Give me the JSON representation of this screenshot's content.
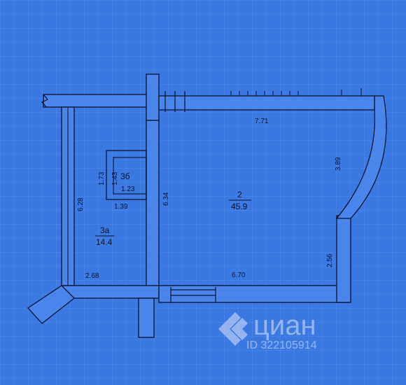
{
  "colors": {
    "background": "#3a79e0",
    "grid": "#5b8ff0",
    "wall_fill": "#4a86ea",
    "line": "#0a1330",
    "watermark": "#dce6ff"
  },
  "rooms": {
    "room_2": {
      "number": "2",
      "area": "45.9"
    },
    "room_3a": {
      "number": "3а",
      "area": "14.4"
    },
    "room_3b": {
      "number": "3б"
    }
  },
  "dimensions": {
    "top_wall": "7.71",
    "right_curve": "3.89",
    "right_lower": "2.56",
    "bottom_room2": "6.70",
    "partition_height": "6.34",
    "left_height": "6.28",
    "bottom_room3a": "2.68",
    "closet_width_bottom": "1.39",
    "closet_width_inner": "1.23",
    "closet_height_left": "1.73",
    "closet_height_inner": "1.43"
  },
  "watermark": {
    "brand": "циан",
    "id_text": "ID 322105914"
  }
}
